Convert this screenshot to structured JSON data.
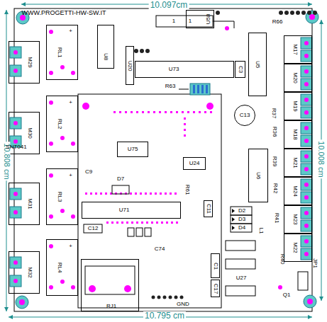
{
  "diagram": {
    "nodes": [
      {
        "text": [
          "+",
          "RL1"
        ]
      },
      {
        "text": [
          "+",
          "RL2"
        ]
      },
      {
        "text": [
          "+",
          "RL3"
        ]
      },
      {
        "text": [
          "+",
          "RL4"
        ]
      },
      {
        "text": [
          "M29"
        ]
      },
      {
        "text": [
          "M30"
        ]
      },
      {
        "text": [
          "M31"
        ]
      },
      {
        "text": [
          "M32"
        ]
      },
      {
        "text": [
          "U8"
        ]
      },
      {
        "text": [
          "U20"
        ]
      },
      {
        "text": [
          "U58"
        ]
      },
      {
        "text": [
          "U73"
        ]
      },
      {
        "text": [
          "C3"
        ]
      },
      {
        "text": [
          "U5"
        ]
      },
      {
        "text": [
          "C13"
        ]
      },
      {
        "text": [
          "U75"
        ]
      },
      {
        "text": [
          "U24"
        ]
      },
      {
        "text": [
          "U6"
        ]
      },
      {
        "text": [
          "U71"
        ]
      },
      {
        "text": [
          "C11"
        ]
      },
      {
        "text": [
          "RJ1"
        ]
      },
      {
        "text": [
          "C1"
        ]
      },
      {
        "text": [
          "C17"
        ]
      },
      {
        "text": [
          "M17"
        ]
      },
      {
        "text": [
          "M20"
        ]
      },
      {
        "text": [
          "M19"
        ]
      },
      {
        "text": [
          "M18"
        ]
      },
      {
        "text": [
          "M21"
        ]
      },
      {
        "text": [
          "M24"
        ]
      },
      {
        "text": [
          "M23"
        ]
      },
      {
        "text": [
          "M22"
        ]
      }
    ],
    "labels": [
      "WWW.PROGETTI-HW-SW.IT",
      "10.097cm",
      "10.808 cm",
      "10.008 cm",
      "10.795 cm",
      "SNT041",
      "1",
      "1",
      "R66",
      "R63",
      "R37",
      "R36",
      "R39",
      "R42",
      "R41",
      "R40",
      "C9",
      "D7",
      "R61",
      "D2",
      "D3",
      "D4",
      "C12",
      "C74",
      "L1",
      "U27",
      "Q1",
      "JP1",
      "GND"
    ]
  }
}
